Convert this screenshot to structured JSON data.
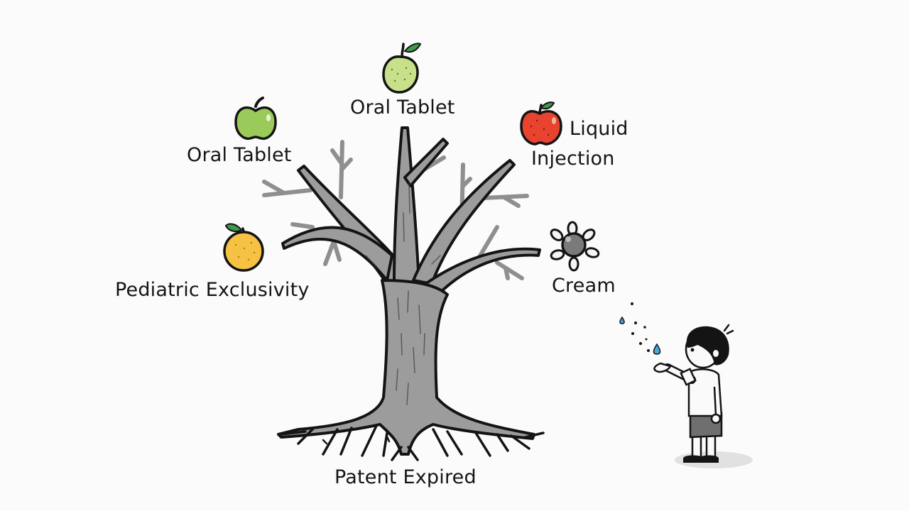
{
  "diagram": {
    "trunk_label": "Patent Expired",
    "fruits": [
      {
        "label": "Oral Tablet",
        "kind": "green-apple",
        "color": "#9acb5a"
      },
      {
        "label": "Oral Tablet",
        "kind": "pear",
        "color": "#c9e08a"
      },
      {
        "label": "Liquid",
        "label2": "Injection",
        "kind": "red-apple",
        "color": "#e8432f"
      },
      {
        "label": "Cream",
        "kind": "virus-cell",
        "color": "#7a7a7a"
      },
      {
        "label": "Pediatric Exclusivity",
        "kind": "orange",
        "color": "#f6c244"
      }
    ],
    "figure": {
      "kind": "child-catching-drops",
      "drop_color": "#4aa6dc"
    },
    "colors": {
      "tree": "#9c9c9c",
      "outline": "#141414",
      "background": "#fbfbfb"
    }
  }
}
